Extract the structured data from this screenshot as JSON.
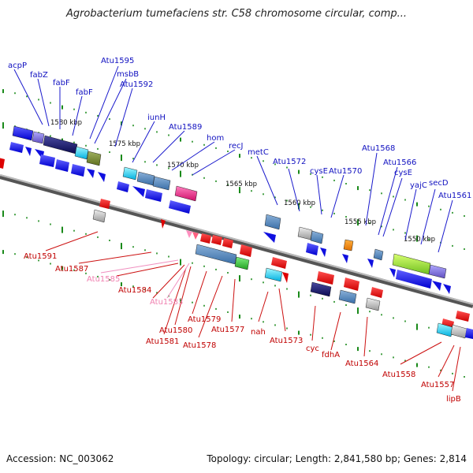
{
  "title": "Agrobacterium tumefaciens str. C58 chromosome circular, comp...",
  "footer": {
    "accession": "Accession: NC_003062",
    "topology": "Topology: circular; Length: 2,841,580 bp; Genes: 2,814"
  },
  "colors": {
    "backbone": "#888888",
    "forward_label": "#1010c0",
    "reverse_label": "#c00000",
    "pseudo_label": "#f080b0",
    "ruler": "#1a8a1a"
  },
  "ruler_labels": [
    "1580 kbp",
    "1575 kbp",
    "1570 kbp",
    "1565 kbp",
    "1560 kbp",
    "1555 kbp",
    "1550 kbp"
  ],
  "forward_genes": [
    "acpP",
    "fabZ",
    "fabF",
    "fabF",
    "Atu1595",
    "msbB",
    "Atu1592",
    "iunH",
    "Atu1589",
    "hom",
    "recJ",
    "metC",
    "Atu1572",
    "cysE",
    "Atu1570",
    "Atu1568",
    "Atu1566",
    "cysE",
    "yajC",
    "secD",
    "Atu1561"
  ],
  "reverse_genes": [
    "Atu1591",
    "Atu1587",
    "Atu1585",
    "Atu1584",
    "Atu1583",
    "Atu1580",
    "Atu1581",
    "Atu1579",
    "Atu1578",
    "Atu1577",
    "nah",
    "Atu1573",
    "cyc",
    "fdhA",
    "Atu1564",
    "Atu1558",
    "Atu1557",
    "lipB"
  ]
}
